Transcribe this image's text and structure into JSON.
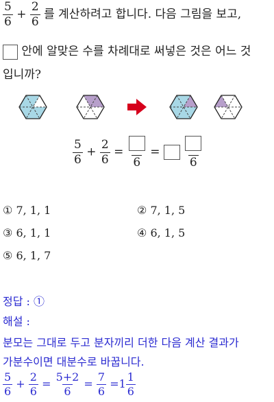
{
  "question": {
    "frac1": {
      "num": "5",
      "den": "6"
    },
    "plus": "+",
    "frac2": {
      "num": "2",
      "den": "6"
    },
    "line1_rest": "를 계산하려고 합니다. 다음 그림을 보고,",
    "line2_rest": "안에 알맞은 수를 차례대로 써넣은 것은 어느 것",
    "line3": "입니까?"
  },
  "equation": {
    "a_num": "5",
    "a_den": "6",
    "plus": "+",
    "b_num": "2",
    "b_den": "6",
    "eq1": "=",
    "c_den": "6",
    "eq2": "=",
    "d_den": "6"
  },
  "choices": [
    {
      "label": "①",
      "text": "7,  1,  1"
    },
    {
      "label": "②",
      "text": "7,  1,  5"
    },
    {
      "label": "③",
      "text": "6,  1,  1"
    },
    {
      "label": "④",
      "text": "6,  1,  5"
    },
    {
      "label": "⑤",
      "text": "6,  1,  7"
    }
  ],
  "answer": {
    "label": "정답 : ",
    "value": "①",
    "expl_label": "해설 :",
    "expl_line1": "분모는 그대로 두고 분자끼리 더한 다음 계산 결과가",
    "expl_line2": "가분수이면 대분수로 바꿉니다.",
    "calc": {
      "a_num": "5",
      "a_den": "6",
      "plus": "+",
      "b_num": "2",
      "b_den": "6",
      "eq1": "=",
      "c_num": "5+2",
      "c_den": "6",
      "eq2": "=",
      "d_num": "7",
      "d_den": "6",
      "eq3": "=",
      "whole": "1",
      "e_num": "1",
      "e_den": "6"
    }
  },
  "colors": {
    "blue_fill": "#a8d8e6",
    "purple_fill": "#b79fcb",
    "arrow": "#d6001c",
    "answer_text": "#2b2bd1"
  }
}
